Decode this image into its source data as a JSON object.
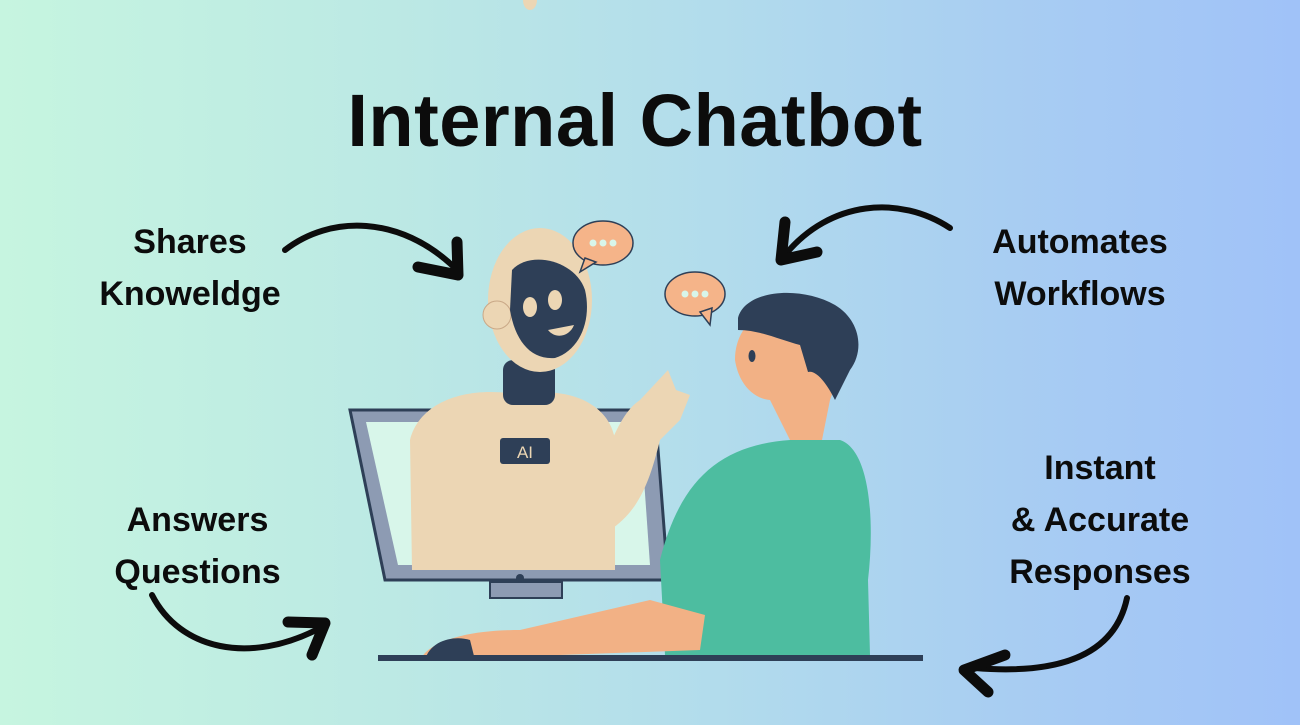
{
  "title": "Internal Chatbot",
  "labels": {
    "top_left": [
      "Shares",
      "Knoweldge"
    ],
    "top_right": [
      "Automates",
      "Workflows"
    ],
    "bottom_left": [
      "Answers",
      "Questions"
    ],
    "bottom_right": [
      "Instant",
      "& Accurate",
      "Responses"
    ]
  },
  "illustration": {
    "robot_badge": "AI",
    "speech_bubble_dots": "•••"
  },
  "colors": {
    "bg_left": "#c6f5e0",
    "bg_right": "#a0c2f8",
    "robot_body": "#ecd6b4",
    "robot_face": "#2e3f57",
    "person_shirt": "#4dbda0",
    "person_skin": "#f2b185",
    "person_hair": "#2e3f57",
    "bubble": "#f5b489",
    "monitor_frame": "#8d9bb3",
    "monitor_screen": "#d8f6ea"
  }
}
